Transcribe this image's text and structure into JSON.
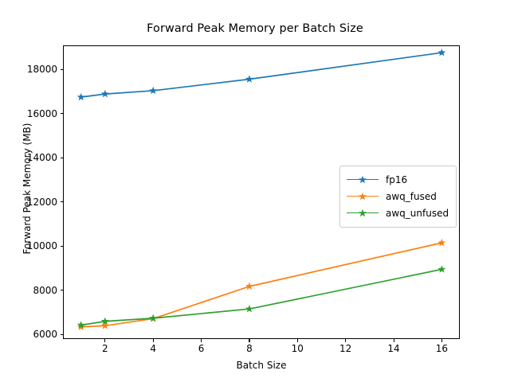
{
  "chart_data": {
    "type": "line",
    "title": "Forward Peak Memory per Batch Size",
    "xlabel": "Batch Size",
    "ylabel": "Forward Peak Memory (MB)",
    "x": [
      1,
      2,
      4,
      8,
      16
    ],
    "xlim": [
      0.25,
      16.75
    ],
    "ylim": [
      5800,
      19080
    ],
    "xticks": [
      2,
      4,
      6,
      8,
      10,
      12,
      14,
      16
    ],
    "xtick_labels": [
      "2",
      "4",
      "6",
      "8",
      "10",
      "12",
      "14",
      "16"
    ],
    "yticks": [
      6000,
      8000,
      10000,
      12000,
      14000,
      16000,
      18000
    ],
    "ytick_labels": [
      "6000",
      "8000",
      "10000",
      "12000",
      "14000",
      "16000",
      "18000"
    ],
    "grid": false,
    "legend_position": "center right",
    "marker": "star",
    "series": [
      {
        "name": "fp16",
        "color": "#1f77b4",
        "values": [
          16740,
          16880,
          17030,
          17550,
          18750
        ]
      },
      {
        "name": "awq_fused",
        "color": "#ff7f0e",
        "values": [
          6350,
          6400,
          6720,
          8180,
          10150
        ]
      },
      {
        "name": "awq_unfused",
        "color": "#2ca02c",
        "values": [
          6430,
          6600,
          6740,
          7160,
          8950
        ]
      }
    ]
  }
}
